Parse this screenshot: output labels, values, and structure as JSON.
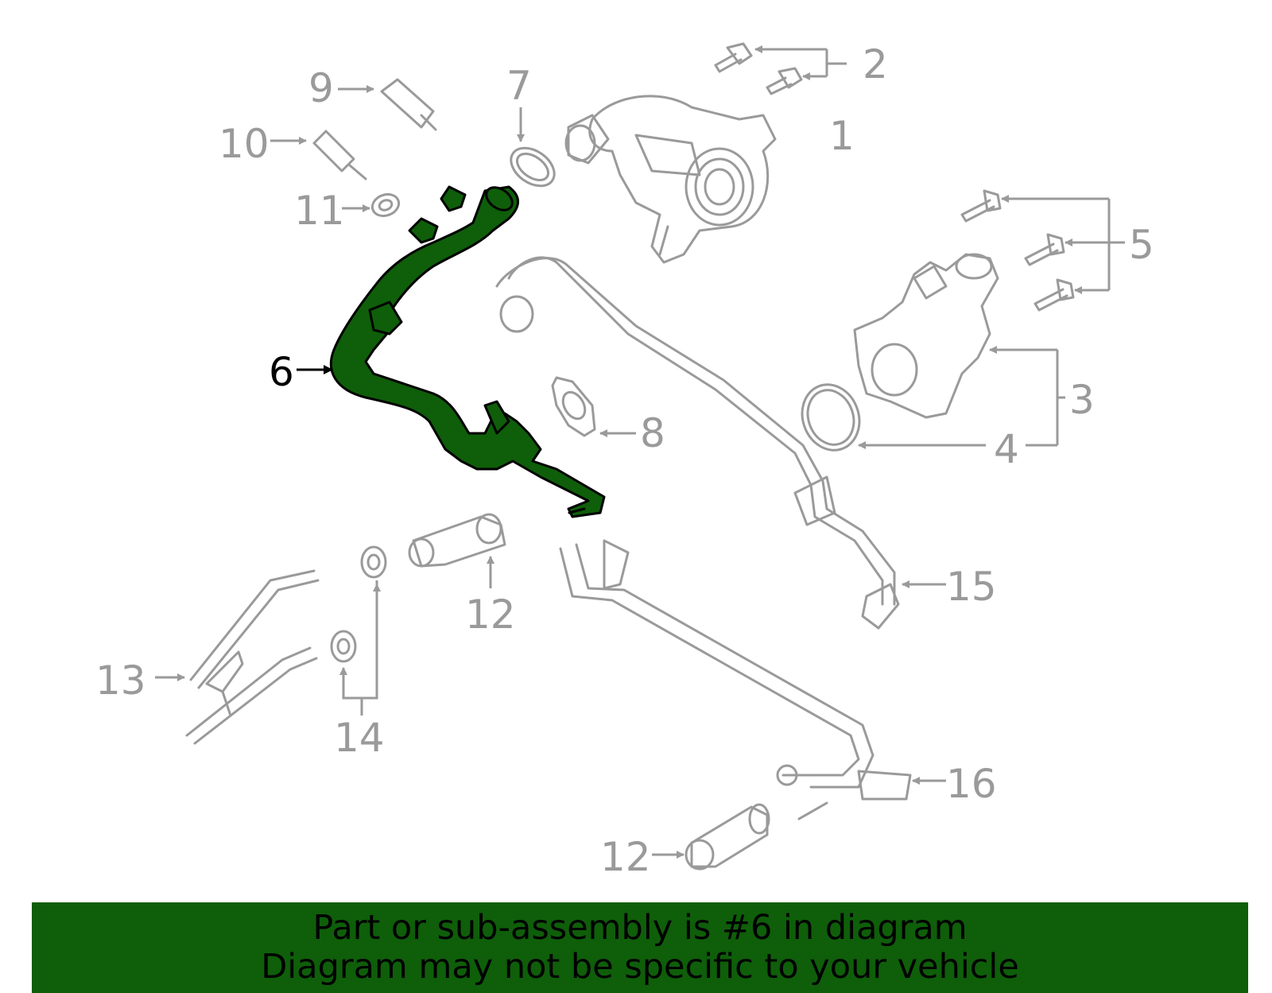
{
  "diagram": {
    "highlighted_part": "6",
    "callouts": [
      "1",
      "2",
      "3",
      "4",
      "5",
      "6",
      "7",
      "8",
      "9",
      "10",
      "11",
      "12",
      "12",
      "13",
      "14",
      "15",
      "16"
    ]
  },
  "banner": {
    "line1": "Part or sub-assembly is #6 in diagram",
    "line2": "Diagram may not be specific to your vehicle",
    "background": "#0f5e0a"
  },
  "colors": {
    "highlight": "#0f5e0a",
    "parts": "#9a9a9a"
  }
}
